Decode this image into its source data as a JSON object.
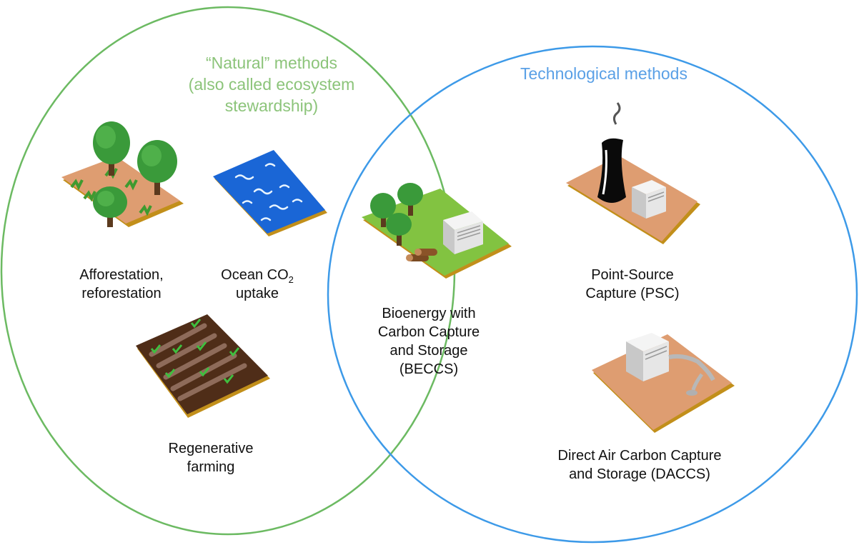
{
  "colors": {
    "natural_circle": "#6cba62",
    "tech_circle": "#3d9ae8",
    "natural_heading": "#8cc47a",
    "tech_heading": "#5aa0e6",
    "soil": "#de9d71",
    "soil_edge": "#c28f1a",
    "grass": "#82c341",
    "ocean": "#1a66d6",
    "farm_dark": "#4f2d18",
    "tree_green": "#3a9a3a",
    "machine_grey": "#dcdcdc"
  },
  "headings": {
    "natural_line1": "“Natural” methods",
    "natural_line2": "(also called ecosystem",
    "natural_line3": "stewardship)",
    "technological": "Technological methods"
  },
  "methods": {
    "afforestation_line1": "Afforestation,",
    "afforestation_line2": "reforestation",
    "ocean_line1_prefix": "Ocean CO",
    "ocean_line1_sub": "2",
    "ocean_line2": "uptake",
    "regenerative_line1": "Regenerative",
    "regenerative_line2": "farming",
    "beccs_line1": "Bioenergy with",
    "beccs_line2": "Carbon Capture",
    "beccs_line3": "and Storage",
    "beccs_line4": "(BECCS)",
    "psc_line1": "Point-Source",
    "psc_line2": "Capture (PSC)",
    "daccs_line1": "Direct Air Carbon Capture",
    "daccs_line2": "and Storage (DACCS)"
  },
  "icons": [
    "forest-tile-icon",
    "ocean-tile-icon",
    "farm-tile-icon",
    "bioenergy-tile-icon",
    "power-plant-tile-icon",
    "direct-air-capture-tile-icon"
  ]
}
